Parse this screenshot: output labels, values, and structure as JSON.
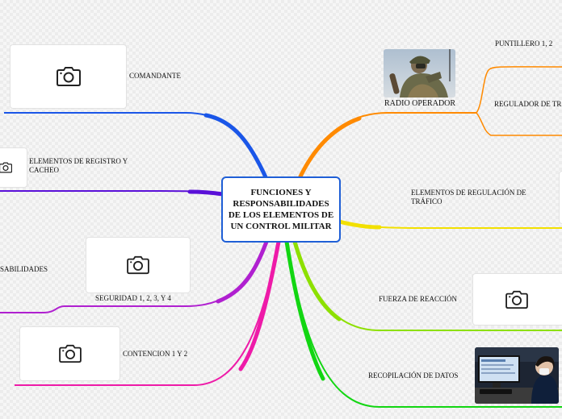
{
  "central_topic": "FUNCIONES Y RESPONSABILIDADES DE  LOS ELEMENTOS DE UN CONTROL MILITAR",
  "left_topics": [
    {
      "label": "COMANDANTE",
      "color": "#1a56e8"
    },
    {
      "label": "ELEMENTOS DE REGISTRO Y CACHEO",
      "color": "#5a10d8"
    },
    {
      "label": "SABILIDADES",
      "color": "#b020d0"
    },
    {
      "label": "SEGURIDAD 1, 2, 3, Y 4",
      "color": "#b020d0"
    },
    {
      "label": "CONTENCION 1 Y 2",
      "color": "#ee1aa8"
    }
  ],
  "right_topics": [
    {
      "label": "RADIO OPERADOR",
      "color": "#ff8a00"
    },
    {
      "label": "PUNTILLERO 1,  2",
      "color": "#ff8a00"
    },
    {
      "label": "REGULADOR DE TR",
      "color": "#ff8a00"
    },
    {
      "label": "ELEMENTOS DE REGULACIÓN DE TRÁFICO",
      "color": "#f2e000"
    },
    {
      "label": "FUERZA DE REACCIÓN",
      "color": "#8de000"
    },
    {
      "label": "RECOPILACIÓN DE DATOS",
      "color": "#12d612"
    }
  ],
  "icons": {
    "placeholder": "camera-icon",
    "photo_radio": "soldier-radio-photo",
    "photo_data": "computer-operator-photo"
  }
}
